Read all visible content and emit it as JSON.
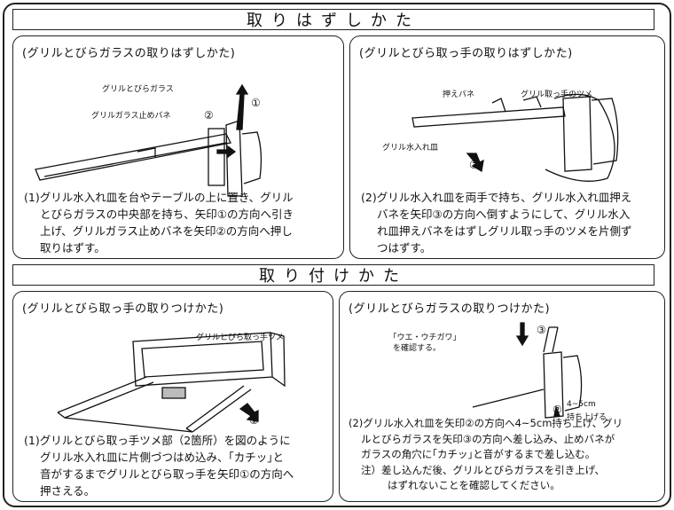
{
  "sections": {
    "removal_title": "取りはずしかた",
    "install_title": "取り付けかた"
  },
  "panel_tl": {
    "title": "(グリルとびらガラスの取りはずしかた)",
    "label_glass": "グリルとびらガラス",
    "label_spring": "グリルガラス止めバネ",
    "arrow1": "①",
    "arrow2": "②",
    "desc_lines": [
      "(1)グリル水入れ皿を台やテーブルの上に置き、グリル",
      "とびらガラスの中央部を持ち、矢印①の方向へ引き",
      "上げ、グリルガラス止めバネを矢印②の方向へ押し",
      "取りはずす。"
    ]
  },
  "panel_tr": {
    "title": "(グリルとびら取っ手の取りはずしかた)",
    "label_press_spring": "押えバネ",
    "label_hook": "グリル取っ手のツメ",
    "label_tray": "グリル水入れ皿",
    "arrow3": "③",
    "desc_lines": [
      "(2)グリル水入れ皿を両手で持ち、グリル水入れ皿押え",
      "バネを矢印③の方向へ倒すようにして、グリル水入",
      "れ皿押えバネをはずしグリル取っ手のツメを片側ず",
      "つはずす。"
    ]
  },
  "panel_bl": {
    "title": "(グリルとびら取っ手の取りつけかた)",
    "label_hook": "グリルとびら取っ手ツメ",
    "arrow1": "①",
    "desc_lines": [
      "(1)グリルとびら取っ手ツメ部（2箇所）を図のように",
      "グリル水入れ皿に片側づつはめ込み、｢カチッ｣と",
      "音がするまでグリルとびら取っ手を矢印①の方向へ",
      "押さえる。"
    ]
  },
  "panel_br": {
    "title": "(グリルとびらガラスの取りつけかた)",
    "label_check1": "｢ウエ・ウチガワ｣",
    "label_check2": "を確認する。",
    "arrow3": "③",
    "arrow2": "②",
    "label_lift1": "4~5cm",
    "label_lift2": "持ち上げる",
    "desc_lines": [
      "(2)グリル水入れ皿を矢印②の方向へ4~5cm持ち上げ、グリ",
      "ルとびらガラスを矢印③の方向へ差し込み、止めバネが",
      "ガラスの角穴に｢カチッ｣と音がするまで差し込む。",
      "注）差し込んだ後、グリルとびらガラスを引き上げ、",
      "はずれないことを確認してください。"
    ]
  }
}
